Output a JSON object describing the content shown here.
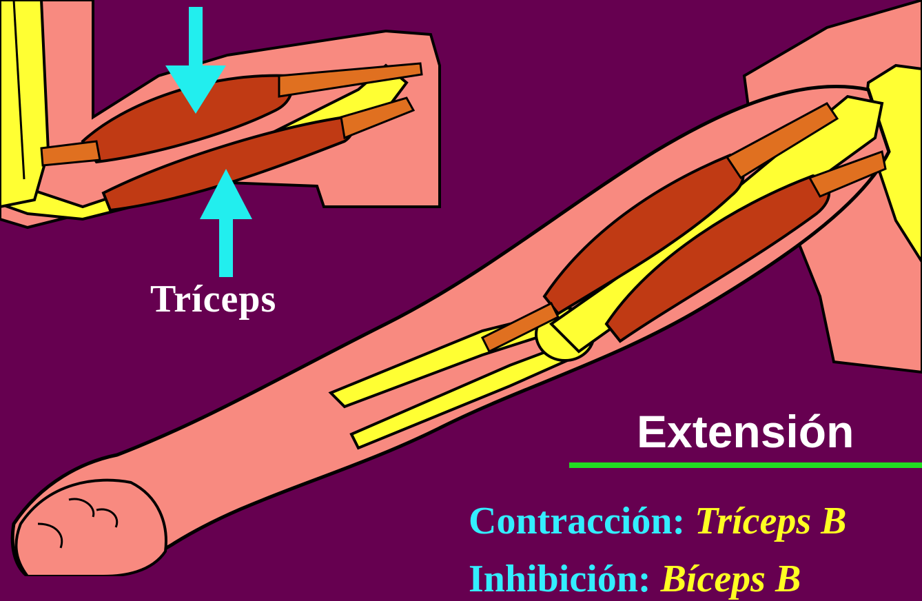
{
  "labels": {
    "muscle": "Tríceps",
    "title": "Extensión"
  },
  "lines": [
    {
      "key": "Contracción:",
      "value": "Tríceps B"
    },
    {
      "key": "Inhibición:",
      "value": "Bíceps B"
    }
  ],
  "colors": {
    "background": "#660050",
    "skin": "#f88a80",
    "bone": "#ffff33",
    "muscle": "#c03a14",
    "tendon": "#e07020",
    "arrow": "#22eeee",
    "rule": "#22dd22",
    "key_text": "#33eeff",
    "value_text": "#ffff22"
  },
  "icons": [
    "arrow-down-icon",
    "arrow-up-icon"
  ]
}
